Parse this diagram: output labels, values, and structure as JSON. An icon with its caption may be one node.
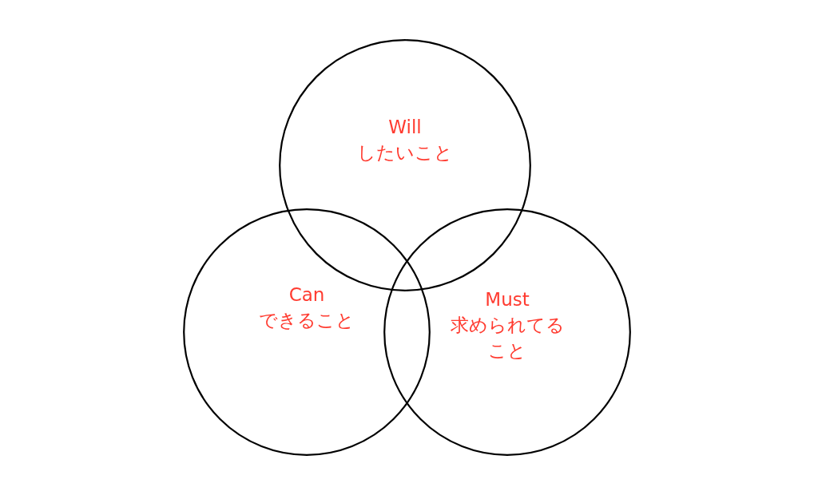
{
  "diagram": {
    "nodes": [
      {
        "text": [
          "Will",
          "したいこと"
        ]
      },
      {
        "text": [
          "Can",
          "できること"
        ]
      },
      {
        "text": [
          "Must",
          "求められてること"
        ]
      }
    ]
  }
}
